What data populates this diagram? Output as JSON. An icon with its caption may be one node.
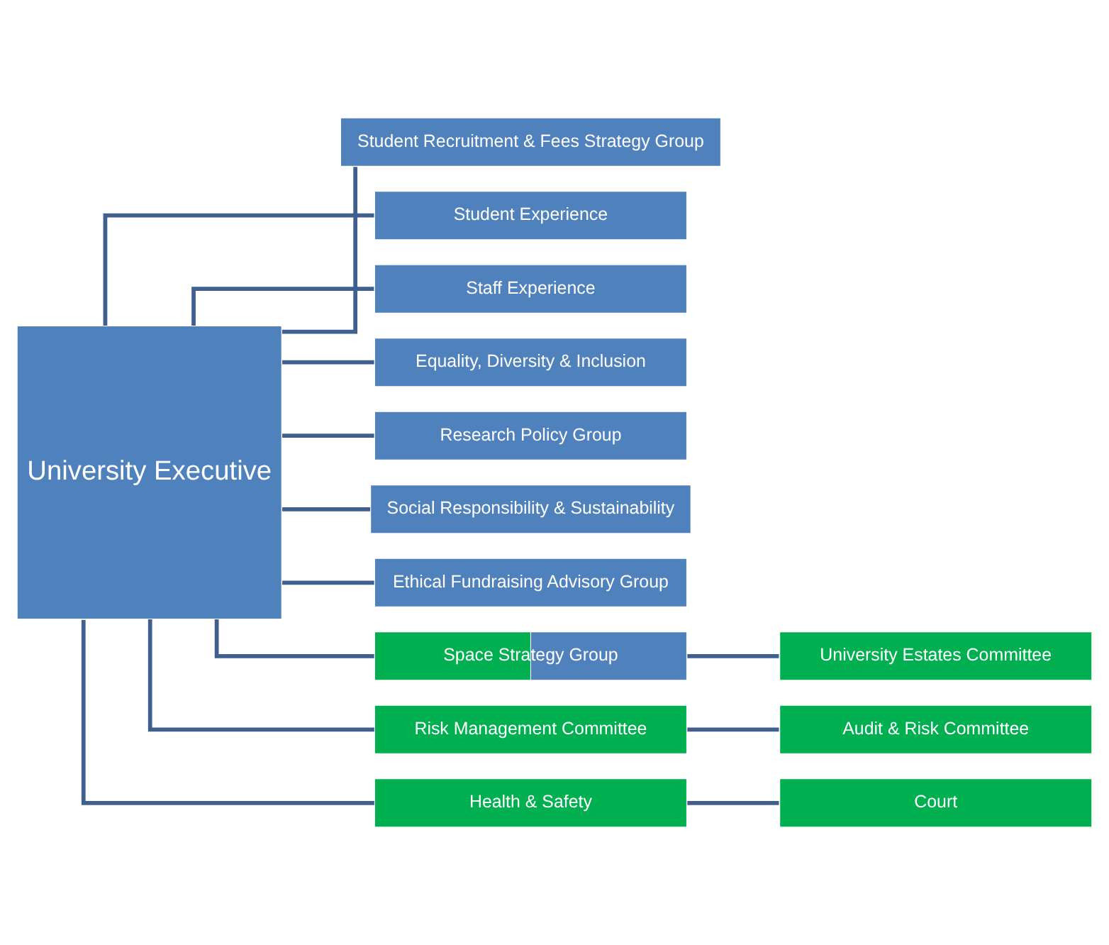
{
  "diagram": {
    "nodes": [
      {
        "text": [
          "University Executive"
        ]
      },
      {
        "text": [
          "Student Recruitment & Fees Strategy Group"
        ]
      },
      {
        "text": [
          "Student Experience"
        ]
      },
      {
        "text": [
          "Staff Experience"
        ]
      },
      {
        "text": [
          "Equality, Diversity & Inclusion"
        ]
      },
      {
        "text": [
          "Research Policy Group"
        ]
      },
      {
        "text": [
          "Social Responsibility & Sustainability"
        ]
      },
      {
        "text": [
          "Ethical Fundraising Advisory Group"
        ]
      },
      {
        "text": [
          "Space Strategy Group"
        ]
      },
      {
        "text": [
          "Risk Management Committee"
        ]
      },
      {
        "text": [
          "Health & Safety"
        ]
      },
      {
        "text": [
          "University Estates Committee"
        ]
      },
      {
        "text": [
          "Audit & Risk Committee"
        ]
      },
      {
        "text": [
          "Court"
        ]
      }
    ],
    "edges": [
      {
        "from": 0,
        "to": 1,
        "arrow": "none"
      },
      {
        "from": 0,
        "to": 2,
        "arrow": "none"
      },
      {
        "from": 0,
        "to": 3,
        "arrow": "none"
      },
      {
        "from": 0,
        "to": 4,
        "arrow": "none"
      },
      {
        "from": 0,
        "to": 5,
        "arrow": "none"
      },
      {
        "from": 0,
        "to": 6,
        "arrow": "none"
      },
      {
        "from": 0,
        "to": 7,
        "arrow": "none"
      },
      {
        "from": 0,
        "to": 8,
        "arrow": "none"
      },
      {
        "from": 0,
        "to": 9,
        "arrow": "none"
      },
      {
        "from": 0,
        "to": 10,
        "arrow": "none"
      },
      {
        "from": 8,
        "to": 11,
        "arrow": "none"
      },
      {
        "from": 9,
        "to": 12,
        "arrow": "none"
      },
      {
        "from": 10,
        "to": 13,
        "arrow": "none"
      }
    ]
  }
}
